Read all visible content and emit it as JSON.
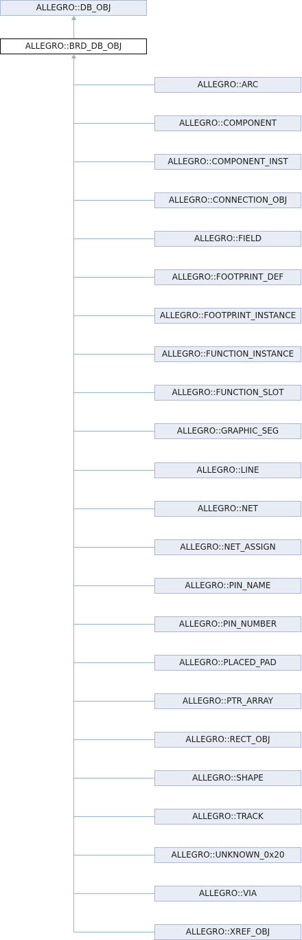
{
  "root": {
    "label": "ALLEGRO::DB_OBJ"
  },
  "current": {
    "label": "ALLEGRO::BRD_DB_OBJ"
  },
  "children": [
    {
      "label": "ALLEGRO::ARC"
    },
    {
      "label": "ALLEGRO::COMPONENT"
    },
    {
      "label": "ALLEGRO::COMPONENT_INST"
    },
    {
      "label": "ALLEGRO::CONNECTION_OBJ"
    },
    {
      "label": "ALLEGRO::FIELD"
    },
    {
      "label": "ALLEGRO::FOOTPRINT_DEF"
    },
    {
      "label": "ALLEGRO::FOOTPRINT_INSTANCE"
    },
    {
      "label": "ALLEGRO::FUNCTION_INSTANCE"
    },
    {
      "label": "ALLEGRO::FUNCTION_SLOT"
    },
    {
      "label": "ALLEGRO::GRAPHIC_SEG"
    },
    {
      "label": "ALLEGRO::LINE"
    },
    {
      "label": "ALLEGRO::NET"
    },
    {
      "label": "ALLEGRO::NET_ASSIGN"
    },
    {
      "label": "ALLEGRO::PIN_NAME"
    },
    {
      "label": "ALLEGRO::PIN_NUMBER"
    },
    {
      "label": "ALLEGRO::PLACED_PAD"
    },
    {
      "label": "ALLEGRO::PTR_ARRAY"
    },
    {
      "label": "ALLEGRO::RECT_OBJ"
    },
    {
      "label": "ALLEGRO::SHAPE"
    },
    {
      "label": "ALLEGRO::TRACK"
    },
    {
      "label": "ALLEGRO::UNKNOWN_0x20"
    },
    {
      "label": "ALLEGRO::VIA"
    },
    {
      "label": "ALLEGRO::XREF_OBJ"
    }
  ],
  "colors": {
    "node_fill": "#e8edf5",
    "node_border": "#a8b8d0",
    "current_border": "#000000",
    "edge": "#8fb4cf"
  }
}
